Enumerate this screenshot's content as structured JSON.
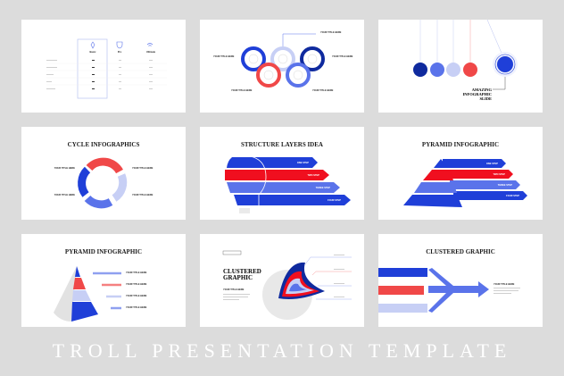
{
  "title": "TROLL PRESENTATION TEMPLATE",
  "colors": {
    "background": "#dcdcdc",
    "blue": "#1f3fd8",
    "navy": "#0f2a9e",
    "mid_blue": "#5a73ea",
    "light_blue": "#c7cff5",
    "red": "#f04848"
  },
  "slides": {
    "pricing": {
      "columns": [
        "Basic",
        "Pro",
        "Ultimate"
      ],
      "icons": [
        "diamond-icon",
        "shield-icon",
        "wifi-icon"
      ]
    },
    "rings": {
      "labels": [
        "YOUR TITLE HERE",
        "YOUR TITLE HERE",
        "YOUR TITLE HERE",
        "YOUR TITLE HERE",
        "YOUR TITLE HERE"
      ]
    },
    "pendulum": {
      "lines": [
        "AMAZING",
        "INFOGRAPHIC",
        "SLIDE"
      ]
    },
    "cycle": {
      "title": "CYCLE INFOGRAPHICS",
      "labels": [
        "YOUR TITLE HERE",
        "YOUR TITLE HERE",
        "YOUR TITLE HERE",
        "YOUR TITLE HERE"
      ]
    },
    "structure": {
      "title": "STRUCTURE LAYERS IDEA",
      "steps": [
        "ONE STEP",
        "TWO STEP",
        "THREE STEP",
        "FOUR STEP"
      ]
    },
    "pyramid": {
      "title": "PYRAMID INFOGRAPHIC",
      "steps": [
        "ONE STEP",
        "TWO STEP",
        "THREE STEP",
        "FOUR STEP"
      ]
    },
    "cone": {
      "title": "PYRAMID INFOGRAPHIC",
      "labels": [
        "YOUR TITLE HERE",
        "YOUR TITLE HERE",
        "YOUR TITLE HERE",
        "YOUR TITLE HERE"
      ]
    },
    "clustered_heart": {
      "title_line1": "CLUSTERED",
      "title_line2": "GRAPHIC",
      "subtitle": "YOUR TITLE HERE"
    },
    "clustered_arrow": {
      "title": "CLUSTERED GRAPHIC",
      "label": "YOUR TITLE HERE"
    }
  }
}
